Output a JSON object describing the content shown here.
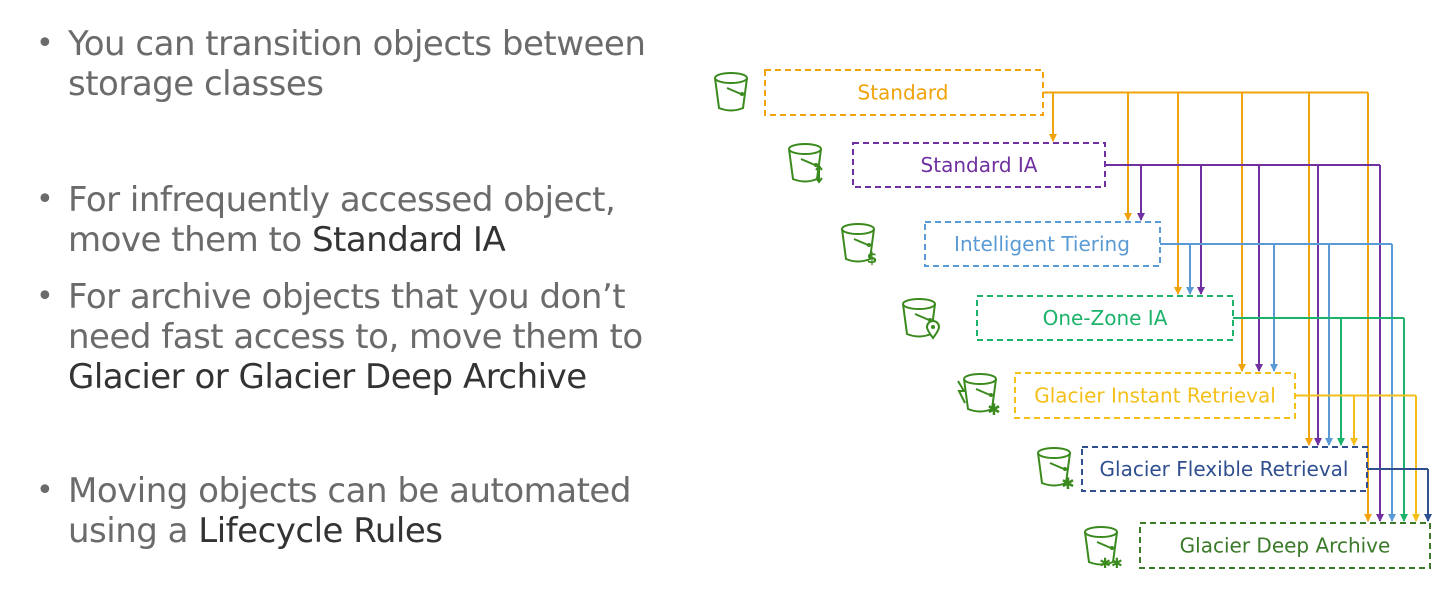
{
  "bullets": [
    {
      "pre": "You can transition objects between storage classes",
      "em": "",
      "post": ""
    },
    {
      "pre": "For infrequently accessed object, move them to ",
      "em": "Standard IA",
      "post": ""
    },
    {
      "pre": "For archive objects that you don’t need fast access to, move them to ",
      "em": "Glacier or Glacier Deep Archive",
      "post": ""
    },
    {
      "pre": "Moving objects can be automated using a ",
      "em": "Lifecycle Rules",
      "post": ""
    }
  ],
  "storage_classes": [
    {
      "label": "Standard",
      "color": "#f0a30a",
      "icon": "bucket-icon"
    },
    {
      "label": "Standard IA",
      "color": "#7030a0",
      "icon": "bucket-ia-icon"
    },
    {
      "label": "Intelligent Tiering",
      "color": "#5b9bd5",
      "icon": "bucket-dollar-icon"
    },
    {
      "label": "One-Zone IA",
      "color": "#1db36b",
      "icon": "bucket-location-icon"
    },
    {
      "label": "Glacier Instant Retrieval",
      "color": "#f5bf1a",
      "icon": "bucket-lightning-snow-icon"
    },
    {
      "label": "Glacier Flexible Retrieval",
      "color": "#2f4f8f",
      "icon": "bucket-snow-icon"
    },
    {
      "label": "Glacier Deep Archive",
      "color": "#3a7a28",
      "icon": "bucket-double-snow-icon"
    }
  ],
  "icon_color": "#3a8a1e",
  "text_color": "#6b6b6b",
  "emphasis_color": "#333333"
}
